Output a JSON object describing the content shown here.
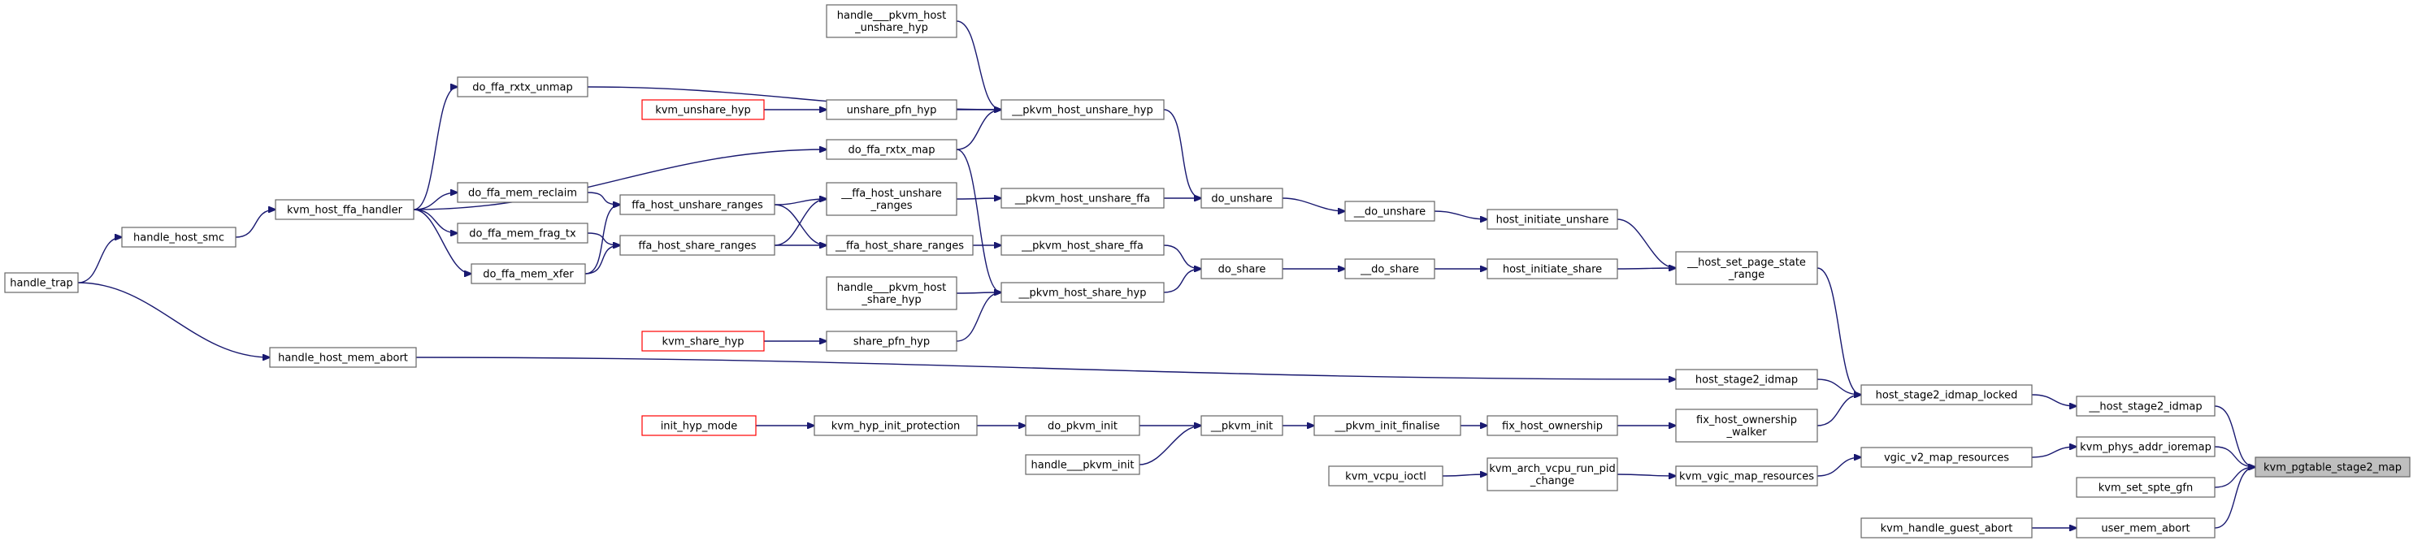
{
  "graph": {
    "nodes": [
      {
        "id": "kvm_pgtable_stage2_map",
        "lines": [
          "kvm_pgtable_stage2_map"
        ],
        "focus": true
      },
      {
        "id": "__host_stage2_idmap",
        "lines": [
          "__host_stage2_idmap"
        ]
      },
      {
        "id": "kvm_phys_addr_ioremap",
        "lines": [
          "kvm_phys_addr_ioremap"
        ]
      },
      {
        "id": "kvm_set_spte_gfn",
        "lines": [
          "kvm_set_spte_gfn"
        ]
      },
      {
        "id": "user_mem_abort",
        "lines": [
          "user_mem_abort"
        ]
      },
      {
        "id": "host_stage2_idmap_locked",
        "lines": [
          "host_stage2_idmap_locked"
        ]
      },
      {
        "id": "vgic_v2_map_resources",
        "lines": [
          "vgic_v2_map_resources"
        ]
      },
      {
        "id": "kvm_handle_guest_abort",
        "lines": [
          "kvm_handle_guest_abort"
        ]
      },
      {
        "id": "__host_set_page_state_range",
        "lines": [
          "__host_set_page_state",
          "_range"
        ]
      },
      {
        "id": "host_stage2_idmap",
        "lines": [
          "host_stage2_idmap"
        ]
      },
      {
        "id": "fix_host_ownership_walker",
        "lines": [
          "fix_host_ownership",
          "_walker"
        ]
      },
      {
        "id": "kvm_vgic_map_resources",
        "lines": [
          "kvm_vgic_map_resources"
        ]
      },
      {
        "id": "host_initiate_unshare",
        "lines": [
          "host_initiate_unshare"
        ]
      },
      {
        "id": "host_initiate_share",
        "lines": [
          "host_initiate_share"
        ]
      },
      {
        "id": "handle_host_mem_abort",
        "lines": [
          "handle_host_mem_abort"
        ]
      },
      {
        "id": "fix_host_ownership",
        "lines": [
          "fix_host_ownership"
        ]
      },
      {
        "id": "kvm_arch_vcpu_run_pid_change",
        "lines": [
          "kvm_arch_vcpu_run_pid",
          "_change"
        ]
      },
      {
        "id": "__do_unshare",
        "lines": [
          "__do_unshare"
        ]
      },
      {
        "id": "__do_share",
        "lines": [
          "__do_share"
        ]
      },
      {
        "id": "handle_trap",
        "lines": [
          "handle_trap"
        ]
      },
      {
        "id": "__pkvm_init_finalise",
        "lines": [
          "__pkvm_init_finalise"
        ]
      },
      {
        "id": "kvm_vcpu_ioctl",
        "lines": [
          "kvm_vcpu_ioctl"
        ]
      },
      {
        "id": "do_unshare",
        "lines": [
          "do_unshare"
        ]
      },
      {
        "id": "do_share",
        "lines": [
          "do_share"
        ]
      },
      {
        "id": "__pkvm_init",
        "lines": [
          "__pkvm_init"
        ]
      },
      {
        "id": "__pkvm_host_unshare_hyp",
        "lines": [
          "__pkvm_host_unshare_hyp"
        ]
      },
      {
        "id": "__pkvm_host_unshare_ffa",
        "lines": [
          "__pkvm_host_unshare_ffa"
        ]
      },
      {
        "id": "__pkvm_host_share_ffa",
        "lines": [
          "__pkvm_host_share_ffa"
        ]
      },
      {
        "id": "__pkvm_host_share_hyp",
        "lines": [
          "__pkvm_host_share_hyp"
        ]
      },
      {
        "id": "do_pkvm_init",
        "lines": [
          "do_pkvm_init"
        ]
      },
      {
        "id": "handle___pkvm_init",
        "lines": [
          "handle___pkvm_init"
        ]
      },
      {
        "id": "handle___pkvm_host_unshare_hyp",
        "lines": [
          "handle___pkvm_host",
          "_unshare_hyp"
        ]
      },
      {
        "id": "unshare_pfn_hyp",
        "lines": [
          "unshare_pfn_hyp"
        ]
      },
      {
        "id": "do_ffa_rxtx_map",
        "lines": [
          "do_ffa_rxtx_map"
        ]
      },
      {
        "id": "__ffa_host_unshare_ranges",
        "lines": [
          "__ffa_host_unshare",
          "_ranges"
        ]
      },
      {
        "id": "__ffa_host_share_ranges",
        "lines": [
          "__ffa_host_share_ranges"
        ]
      },
      {
        "id": "handle___pkvm_host_share_hyp",
        "lines": [
          "handle___pkvm_host",
          "_share_hyp"
        ]
      },
      {
        "id": "share_pfn_hyp",
        "lines": [
          "share_pfn_hyp"
        ]
      },
      {
        "id": "kvm_hyp_init_protection",
        "lines": [
          "kvm_hyp_init_protection"
        ]
      },
      {
        "id": "kvm_unshare_hyp",
        "lines": [
          "kvm_unshare_hyp"
        ],
        "red": true
      },
      {
        "id": "ffa_host_unshare_ranges",
        "lines": [
          "ffa_host_unshare_ranges"
        ]
      },
      {
        "id": "ffa_host_share_ranges",
        "lines": [
          "ffa_host_share_ranges"
        ]
      },
      {
        "id": "kvm_share_hyp",
        "lines": [
          "kvm_share_hyp"
        ],
        "red": true
      },
      {
        "id": "init_hyp_mode",
        "lines": [
          "init_hyp_mode"
        ],
        "red": true
      },
      {
        "id": "do_ffa_rxtx_unmap",
        "lines": [
          "do_ffa_rxtx_unmap"
        ]
      },
      {
        "id": "do_ffa_mem_reclaim",
        "lines": [
          "do_ffa_mem_reclaim"
        ]
      },
      {
        "id": "do_ffa_mem_frag_tx",
        "lines": [
          "do_ffa_mem_frag_tx"
        ]
      },
      {
        "id": "do_ffa_mem_xfer",
        "lines": [
          "do_ffa_mem_xfer"
        ]
      },
      {
        "id": "kvm_host_ffa_handler",
        "lines": [
          "kvm_host_ffa_handler"
        ]
      },
      {
        "id": "handle_host_smc",
        "lines": [
          "handle_host_smc"
        ]
      }
    ],
    "edges": [
      [
        "__host_stage2_idmap",
        "kvm_pgtable_stage2_map"
      ],
      [
        "kvm_phys_addr_ioremap",
        "kvm_pgtable_stage2_map"
      ],
      [
        "kvm_set_spte_gfn",
        "kvm_pgtable_stage2_map"
      ],
      [
        "user_mem_abort",
        "kvm_pgtable_stage2_map"
      ],
      [
        "host_stage2_idmap_locked",
        "__host_stage2_idmap"
      ],
      [
        "vgic_v2_map_resources",
        "kvm_phys_addr_ioremap"
      ],
      [
        "kvm_handle_guest_abort",
        "user_mem_abort"
      ],
      [
        "__host_set_page_state_range",
        "host_stage2_idmap_locked"
      ],
      [
        "host_stage2_idmap",
        "host_stage2_idmap_locked"
      ],
      [
        "fix_host_ownership_walker",
        "host_stage2_idmap_locked"
      ],
      [
        "kvm_vgic_map_resources",
        "vgic_v2_map_resources"
      ],
      [
        "host_initiate_unshare",
        "__host_set_page_state_range"
      ],
      [
        "host_initiate_share",
        "__host_set_page_state_range"
      ],
      [
        "handle_host_mem_abort",
        "host_stage2_idmap"
      ],
      [
        "fix_host_ownership",
        "fix_host_ownership_walker"
      ],
      [
        "kvm_arch_vcpu_run_pid_change",
        "kvm_vgic_map_resources"
      ],
      [
        "__do_unshare",
        "host_initiate_unshare"
      ],
      [
        "__do_share",
        "host_initiate_share"
      ],
      [
        "handle_trap",
        "handle_host_mem_abort"
      ],
      [
        "__pkvm_init_finalise",
        "fix_host_ownership"
      ],
      [
        "kvm_vcpu_ioctl",
        "kvm_arch_vcpu_run_pid_change"
      ],
      [
        "do_unshare",
        "__do_unshare"
      ],
      [
        "do_share",
        "__do_share"
      ],
      [
        "__pkvm_init",
        "__pkvm_init_finalise"
      ],
      [
        "__pkvm_host_unshare_hyp",
        "do_unshare"
      ],
      [
        "__pkvm_host_unshare_ffa",
        "do_unshare"
      ],
      [
        "__pkvm_host_share_ffa",
        "do_share"
      ],
      [
        "__pkvm_host_share_hyp",
        "do_share"
      ],
      [
        "do_pkvm_init",
        "__pkvm_init"
      ],
      [
        "handle___pkvm_init",
        "__pkvm_init"
      ],
      [
        "handle___pkvm_host_unshare_hyp",
        "__pkvm_host_unshare_hyp"
      ],
      [
        "unshare_pfn_hyp",
        "__pkvm_host_unshare_hyp"
      ],
      [
        "do_ffa_rxtx_map",
        "__pkvm_host_unshare_hyp"
      ],
      [
        "do_ffa_rxtx_unmap",
        "__pkvm_host_unshare_hyp"
      ],
      [
        "__ffa_host_unshare_ranges",
        "__pkvm_host_unshare_ffa"
      ],
      [
        "__ffa_host_share_ranges",
        "__pkvm_host_share_ffa"
      ],
      [
        "do_ffa_rxtx_map",
        "__pkvm_host_share_hyp"
      ],
      [
        "handle___pkvm_host_share_hyp",
        "__pkvm_host_share_hyp"
      ],
      [
        "share_pfn_hyp",
        "__pkvm_host_share_hyp"
      ],
      [
        "kvm_hyp_init_protection",
        "do_pkvm_init"
      ],
      [
        "kvm_unshare_hyp",
        "unshare_pfn_hyp"
      ],
      [
        "kvm_host_ffa_handler",
        "do_ffa_rxtx_map"
      ],
      [
        "ffa_host_unshare_ranges",
        "__ffa_host_unshare_ranges"
      ],
      [
        "ffa_host_share_ranges",
        "__ffa_host_unshare_ranges"
      ],
      [
        "ffa_host_unshare_ranges",
        "__ffa_host_share_ranges"
      ],
      [
        "ffa_host_share_ranges",
        "__ffa_host_share_ranges"
      ],
      [
        "kvm_share_hyp",
        "share_pfn_hyp"
      ],
      [
        "init_hyp_mode",
        "kvm_hyp_init_protection"
      ],
      [
        "kvm_host_ffa_handler",
        "do_ffa_rxtx_unmap"
      ],
      [
        "do_ffa_mem_reclaim",
        "ffa_host_unshare_ranges"
      ],
      [
        "do_ffa_mem_xfer",
        "ffa_host_unshare_ranges"
      ],
      [
        "do_ffa_mem_frag_tx",
        "ffa_host_share_ranges"
      ],
      [
        "do_ffa_mem_xfer",
        "ffa_host_share_ranges"
      ],
      [
        "kvm_host_ffa_handler",
        "do_ffa_mem_reclaim"
      ],
      [
        "kvm_host_ffa_handler",
        "do_ffa_mem_frag_tx"
      ],
      [
        "kvm_host_ffa_handler",
        "do_ffa_mem_xfer"
      ],
      [
        "handle_host_smc",
        "kvm_host_ffa_handler"
      ],
      [
        "handle_trap",
        "handle_host_smc"
      ]
    ]
  }
}
